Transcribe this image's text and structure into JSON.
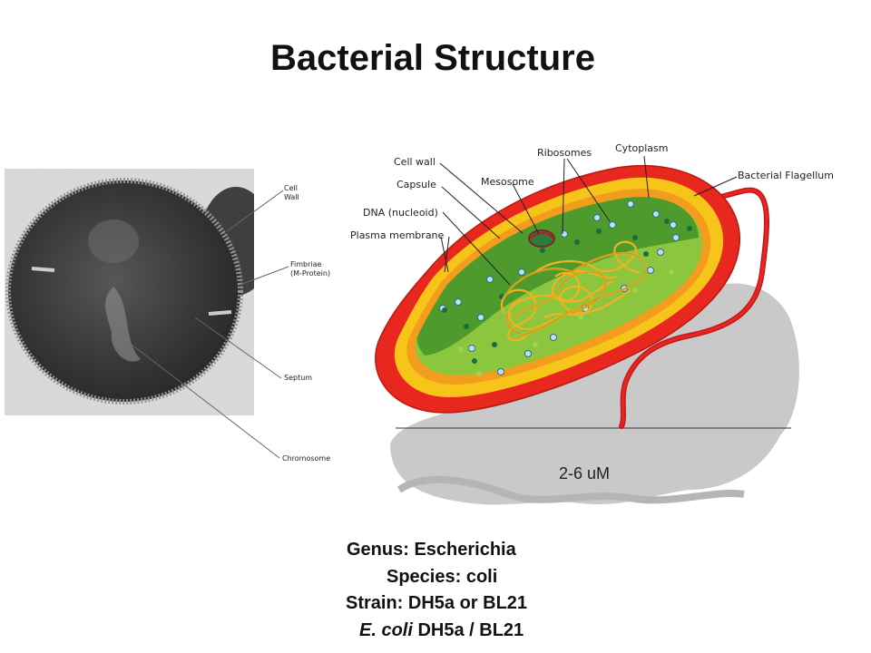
{
  "title": "Bacterial Structure",
  "micrograph": {
    "labels": {
      "cell_wall": "Cell\nWall",
      "fimbriae": "Fimbriae\n(M-Protein)",
      "septum": "Septum",
      "chromosome": "Chromosome"
    }
  },
  "diagram": {
    "labels": {
      "cell_wall": "Cell wall",
      "capsule": "Capsule",
      "dna": "DNA (nucleoid)",
      "plasma_membrane": "Plasma membrane",
      "mesosome": "Mesosome",
      "ribosomes": "Ribosomes",
      "cytoplasm": "Cytoplasm",
      "flagellum": "Bacterial Flagellum"
    },
    "scale": "2-6 uM",
    "colors": {
      "capsule": "#e8271f",
      "cell_wall": "#f7c51a",
      "cytoplasm": "#7cbf3a",
      "dna": "#f0b21e",
      "flagellum": "#c4161c"
    }
  },
  "info": {
    "genus": "Genus: Escherichia",
    "species": "Species: coli",
    "strain": "Strain: DH5a or BL21",
    "ecoli_italic": "E. coli",
    "ecoli_rest": " DH5a / BL21"
  }
}
